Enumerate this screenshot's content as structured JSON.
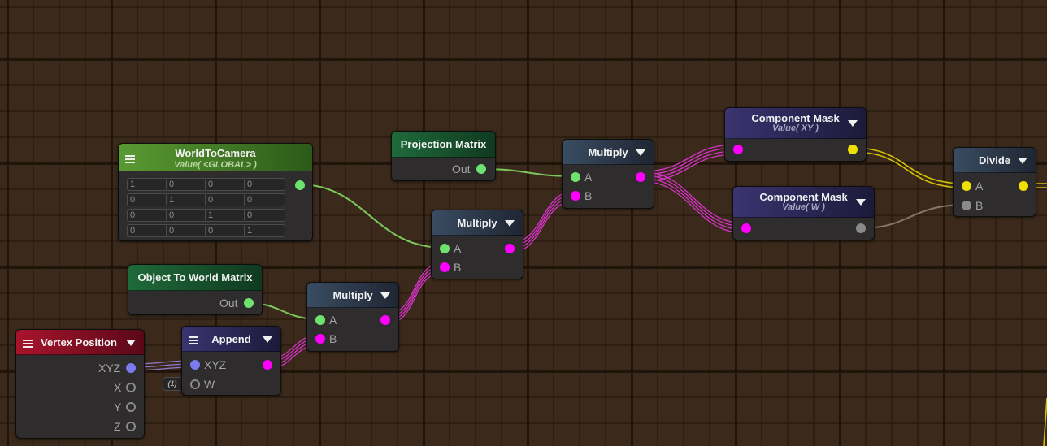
{
  "editor": {
    "background_color": "#3b2a1b",
    "port_colors": {
      "matrix": "#6ee26e",
      "float4": "#ff00ff",
      "float3": "#7b7bf0",
      "float2": "#f0e000",
      "float": "#8a8a8a"
    }
  },
  "nodes": {
    "world_to_camera": {
      "title": "WorldToCamera",
      "subtitle": "Value( <GLOBAL> )",
      "matrix": [
        [
          "1",
          "0",
          "0",
          "0"
        ],
        [
          "0",
          "1",
          "0",
          "0"
        ],
        [
          "0",
          "0",
          "1",
          "0"
        ],
        [
          "0",
          "0",
          "0",
          "1"
        ]
      ]
    },
    "projection_matrix": {
      "title": "Projection Matrix",
      "out_label": "Out"
    },
    "object_to_world": {
      "title": "Object To World Matrix",
      "out_label": "Out"
    },
    "vertex_position": {
      "title": "Vertex Position",
      "outputs": [
        "XYZ",
        "X",
        "Y",
        "Z"
      ]
    },
    "append": {
      "title": "Append",
      "inputs": [
        "XYZ",
        "W"
      ],
      "w_default": "(1)"
    },
    "multiply_1": {
      "title": "Multiply",
      "inputs": [
        "A",
        "B"
      ]
    },
    "multiply_2": {
      "title": "Multiply",
      "inputs": [
        "A",
        "B"
      ]
    },
    "multiply_3": {
      "title": "Multiply",
      "inputs": [
        "A",
        "B"
      ]
    },
    "component_mask_xy": {
      "title": "Component Mask",
      "subtitle": "Value( XY )"
    },
    "component_mask_w": {
      "title": "Component Mask",
      "subtitle": "Value( W )"
    },
    "divide": {
      "title": "Divide",
      "inputs": [
        "A",
        "B"
      ]
    }
  }
}
